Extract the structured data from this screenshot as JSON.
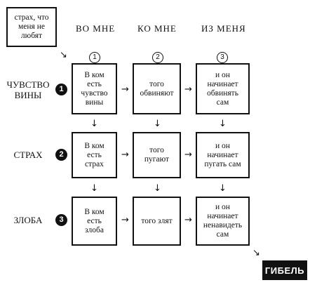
{
  "start_box": "страх, что\nменя не\nлюбят",
  "columns": [
    {
      "header": "ВО  МНЕ",
      "ring": "1"
    },
    {
      "header": "КО  МНЕ",
      "ring": "2"
    },
    {
      "header": "ИЗ  МЕНЯ",
      "ring": "3"
    }
  ],
  "rows": [
    {
      "label": "ЧУВСТВО\nВИНЫ",
      "dot": "1",
      "cells": [
        "В ком\nесть\nчувство\nвины",
        "того\nобвиняют",
        "и он\nначинает\nобвинять\nсам"
      ]
    },
    {
      "label": "СТРАХ",
      "dot": "2",
      "cells": [
        "В ком\nесть\nстрах",
        "того\nпугают",
        "и он\nначинает\nпугать сам"
      ]
    },
    {
      "label": "ЗЛОБА",
      "dot": "3",
      "cells": [
        "В ком\nесть\nзлоба",
        "того злят",
        "и он\nначинает\nненавидеть\nсам"
      ]
    }
  ],
  "arrows": {
    "right": "→",
    "down": "↓",
    "diag": "↘"
  },
  "result_badge": "ГИБЕЛЬ"
}
